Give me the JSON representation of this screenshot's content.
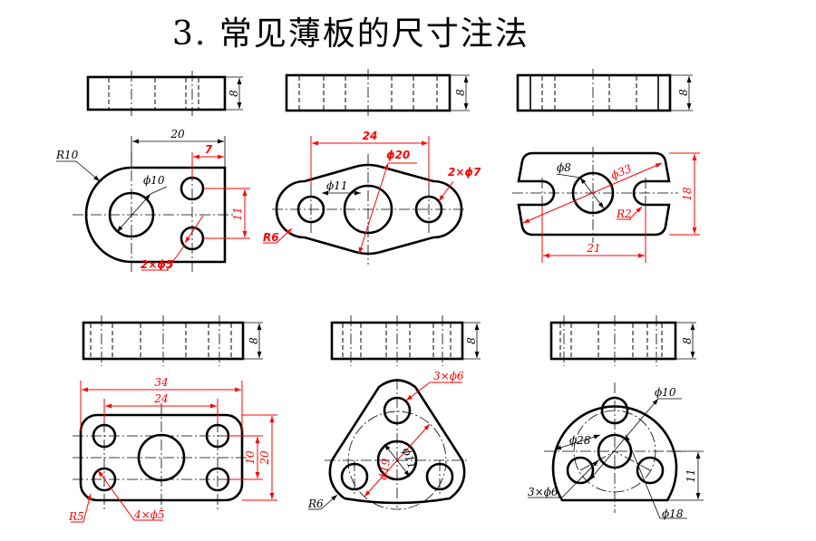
{
  "title": "3. 常见薄板的尺寸注法",
  "colors": {
    "line": "#000000",
    "annotation": "#ff0000",
    "background": "#ffffff"
  },
  "figures": [
    {
      "thickness": "8",
      "dims": {
        "d20": "20",
        "d7": "7",
        "d11": "11",
        "r10": "R10",
        "phi10": "ϕ10",
        "holes": "2×ϕ5"
      }
    },
    {
      "thickness": "8",
      "dims": {
        "d24": "24",
        "phi20": "ϕ20",
        "phi11": "ϕ11",
        "holes": "2×ϕ7",
        "r6": "R6"
      }
    },
    {
      "thickness": "8",
      "dims": {
        "phi8": "ϕ8",
        "phi33": "ϕ33",
        "d18": "18",
        "r2": "R2",
        "d21": "21"
      }
    },
    {
      "thickness": "8",
      "dims": {
        "d34": "34",
        "d24": "24",
        "d10": "10",
        "d20": "20",
        "r5": "R5",
        "holes": "4×ϕ5"
      }
    },
    {
      "thickness": "8",
      "dims": {
        "holes": "3×ϕ6",
        "phi19": "ϕ19",
        "phi11": "ϕ11",
        "r6": "R6"
      }
    },
    {
      "thickness": "8",
      "dims": {
        "phi10": "ϕ10",
        "phi28": "ϕ28",
        "holes": "3×ϕ6",
        "phi18": "ϕ18",
        "d11": "11"
      }
    }
  ]
}
